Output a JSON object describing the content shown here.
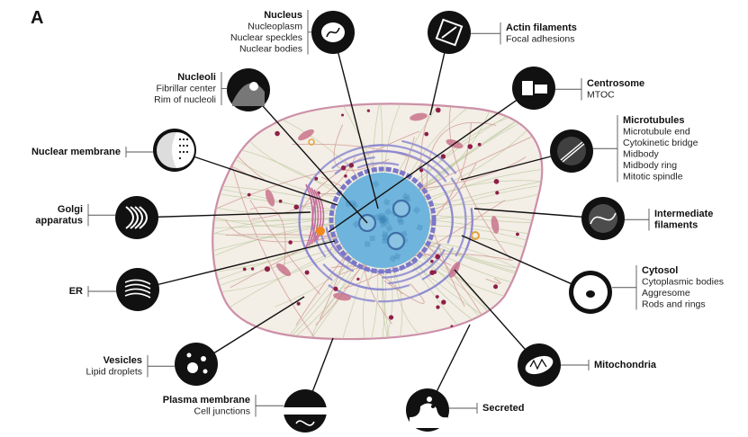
{
  "panel_letter": "A",
  "organelles": [
    {
      "id": "nucleus",
      "title": "Nucleus",
      "items": [
        "Nucleoplasm",
        "Nuclear speckles",
        "Nuclear bodies"
      ]
    },
    {
      "id": "nucleoli",
      "title": "Nucleoli",
      "items": [
        "Fibrillar center",
        "Rim of nucleoli"
      ]
    },
    {
      "id": "nuclear-membrane",
      "title": "Nuclear membrane",
      "items": []
    },
    {
      "id": "golgi",
      "title": "Golgi apparatus",
      "title_lines": [
        "Golgi",
        "apparatus"
      ],
      "items": []
    },
    {
      "id": "er",
      "title": "ER",
      "items": []
    },
    {
      "id": "vesicles",
      "title": "Vesicles",
      "items": [
        "Lipid droplets"
      ]
    },
    {
      "id": "plasma-membrane",
      "title": "Plasma membrane",
      "items": [
        "Cell junctions"
      ]
    },
    {
      "id": "secreted",
      "title": "Secreted",
      "items": []
    },
    {
      "id": "mitochondria",
      "title": "Mitochondria",
      "items": []
    },
    {
      "id": "cytosol",
      "title": "Cytosol",
      "items": [
        "Cytoplasmic bodies",
        "Aggresome",
        "Rods and rings"
      ]
    },
    {
      "id": "intermediate-filaments",
      "title": "Intermediate filaments",
      "title_lines": [
        "Intermediate",
        "filaments"
      ],
      "items": []
    },
    {
      "id": "microtubules",
      "title": "Microtubules",
      "items": [
        "Microtubule end",
        "Cytokinetic bridge",
        "Midbody",
        "Midbody ring",
        "Mitotic spindle"
      ]
    },
    {
      "id": "centrosome",
      "title": "Centrosome",
      "items": [
        "MTOC"
      ]
    },
    {
      "id": "actin",
      "title": "Actin filaments",
      "items": [
        "Focal adhesions"
      ]
    }
  ],
  "colors": {
    "cell_fill": "#f3eee6",
    "cell_outline": "#cc8fa8",
    "nucleus_fill": "#6fb4dc",
    "nucleus_dark": "#3d84b8",
    "nuclear_envelope": "#7b78c9",
    "er_color": "#8b87cf",
    "actin_color": "#d4a19a",
    "microtubule_color": "#b9c79a",
    "dots_color": "#8e1f47",
    "mito_color": "#c9738b",
    "centrosome_color": "#f08a1d",
    "icon_dark": "#111111"
  }
}
